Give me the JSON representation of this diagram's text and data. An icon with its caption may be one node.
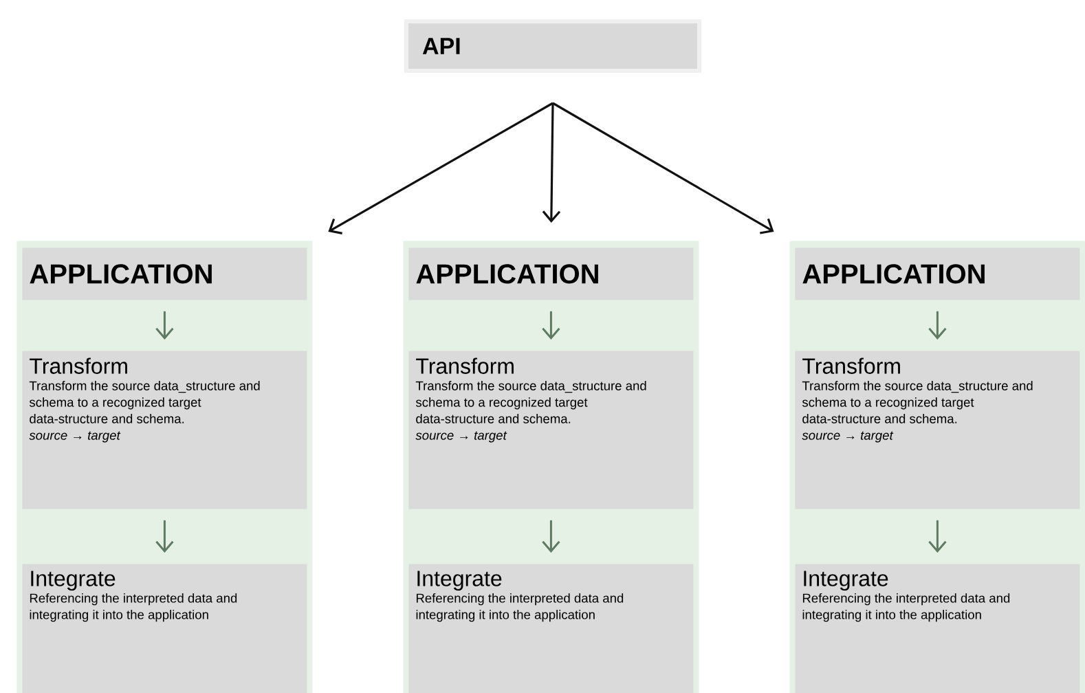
{
  "diagram": {
    "nodes": [
      {
        "text": [
          "API"
        ]
      },
      {
        "text": [],
        "shape": "box"
      },
      {
        "text": [
          "APPLICATION"
        ],
        "in": 1
      },
      {
        "text": [
          "Transform",
          "Transform the source data_structure and schema to a recognized target data-structure and schema.",
          "source → target"
        ],
        "in": 1
      },
      {
        "text": [
          "Integrate",
          "Referencing the interpreted data and integrating it into the application"
        ],
        "in": 1
      },
      {
        "text": [],
        "shape": "box"
      },
      {
        "text": [
          "APPLICATION"
        ],
        "in": 5
      },
      {
        "text": [
          "Transform",
          "Transform the source data_structure and schema to a recognized target data-structure and schema.",
          "source → target"
        ],
        "in": 5
      },
      {
        "text": [
          "Integrate",
          "Referencing the interpreted data and integrating it into the application"
        ],
        "in": 5
      },
      {
        "text": [],
        "shape": "box"
      },
      {
        "text": [
          "APPLICATION"
        ],
        "in": 9
      },
      {
        "text": [
          "Transform",
          "Transform the source data_structure and schema to a recognized target data-structure and schema.",
          "source → target"
        ],
        "in": 9
      },
      {
        "text": [
          "Integrate",
          "Referencing the interpreted data and integrating it into the application"
        ],
        "in": 9
      }
    ],
    "edges": [
      {
        "from": 0,
        "to": 1,
        "arrow": "to",
        "color": "#111111"
      },
      {
        "from": 0,
        "to": 5,
        "arrow": "to",
        "color": "#111111"
      },
      {
        "from": 0,
        "to": 9,
        "arrow": "to",
        "color": "#111111"
      },
      {
        "from": 2,
        "to": 3,
        "arrow": "to"
      },
      {
        "from": 3,
        "to": 4,
        "arrow": "to"
      },
      {
        "from": 6,
        "to": 7,
        "arrow": "to"
      },
      {
        "from": 7,
        "to": 8,
        "arrow": "to"
      },
      {
        "from": 10,
        "to": 11,
        "arrow": "to"
      },
      {
        "from": 11,
        "to": 12,
        "arrow": "to"
      }
    ]
  }
}
